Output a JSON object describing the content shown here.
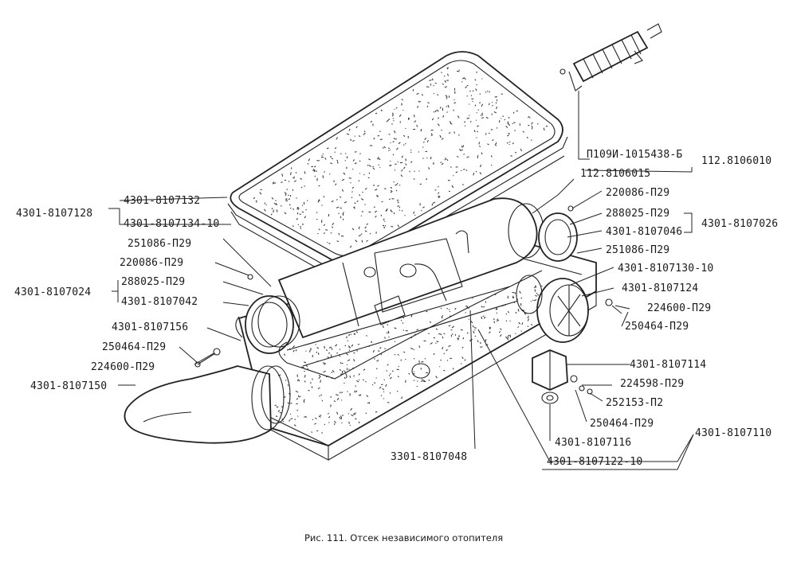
{
  "labels": {
    "p109i": "П109И-1015438-Б",
    "d112_8106015": "112.8106015",
    "d112_8106010": "112.8106010",
    "d4301_8107132": "4301-8107132",
    "d4301_8107128": "4301-8107128",
    "d4301_8107134_10": "4301-8107134-10",
    "d251086_p29_left": "251086-П29",
    "d220086_p29_left": "220086-П29",
    "d288025_p29_left": "288025-П29",
    "d4301_8107024": "4301-8107024",
    "d4301_8107042": "4301-8107042",
    "d4301_8107156": "4301-8107156",
    "d250464_p29_left": "250464-П29",
    "d224600_p29_left": "224600-П29",
    "d4301_8107150": "4301-8107150",
    "d3301_8107048": "3301-8107048",
    "d220086_p29_right": "220086-П29",
    "d288025_p29_right": "288025-П29",
    "d4301_8107026": "4301-8107026",
    "d4301_8107046": "4301-8107046",
    "d251086_p29_right": "251086-П29",
    "d4301_8107130_10": "4301-8107130-10",
    "d4301_8107124": "4301-8107124",
    "d224600_p29_right": "224600-П29",
    "d250464_p29_right": "250464-П29",
    "d4301_8107114": "4301-8107114",
    "d224598_p29": "224598-П29",
    "d252153_p2": "252153-П2",
    "d250464_p29_mid": "250464-П29",
    "d4301_8107110": "4301-8107110",
    "d4301_8107116": "4301-8107116",
    "d4301_8107122_10": "4301-8107122-10"
  },
  "caption": "Рис. 111. Отсек независимого отопителя"
}
